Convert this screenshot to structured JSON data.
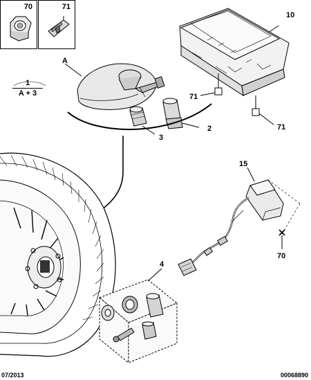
{
  "thumbnails": [
    {
      "ref": "70",
      "icon": "hex-nut-icon"
    },
    {
      "ref": "71",
      "icon": "clip-icon"
    }
  ],
  "callouts": {
    "ecu": "10",
    "ecu_clip_left": "71",
    "ecu_clip_right": "71",
    "sensor": "A",
    "nut": "2",
    "cap": "3",
    "harness": "15",
    "harness_nut": "70",
    "repair_kit": "4"
  },
  "assembly_note": {
    "numerator": "1",
    "denominator": "A + 3"
  },
  "footer": {
    "date": "07/2013",
    "reference": "00068890"
  }
}
